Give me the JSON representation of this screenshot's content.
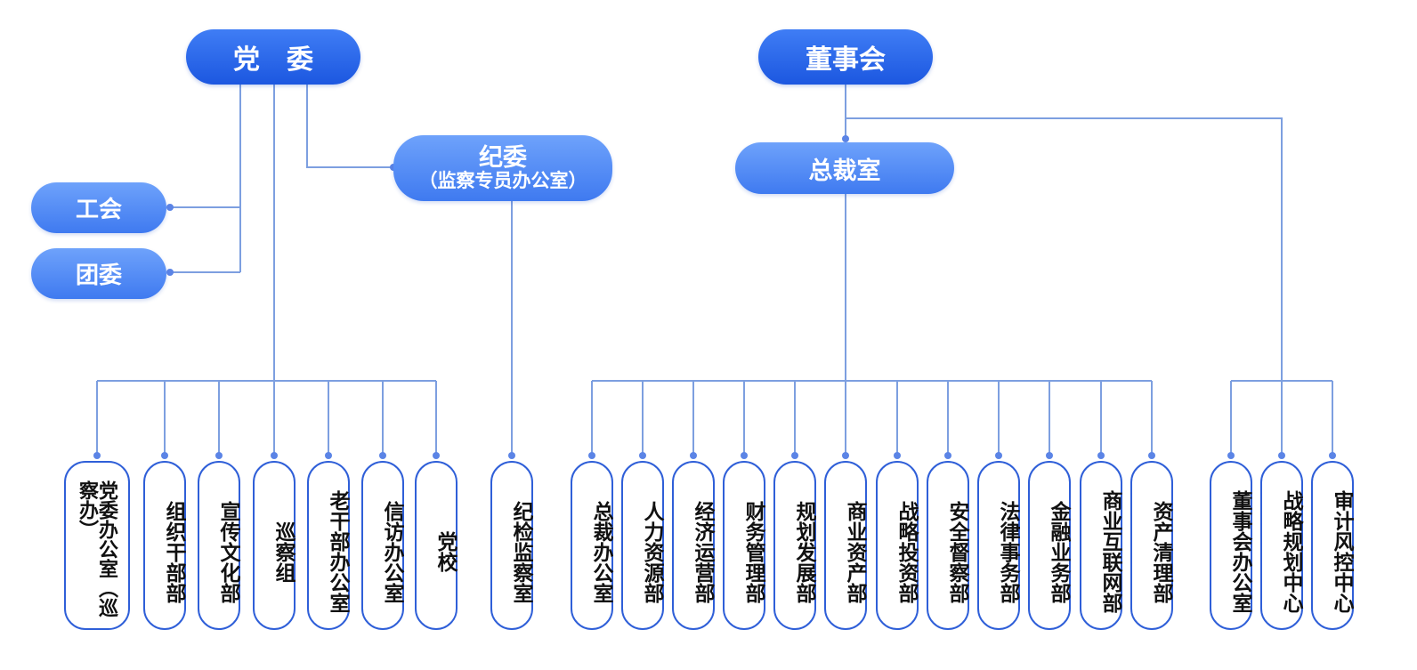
{
  "colors": {
    "accent": "#2f5fd8",
    "line": "#7d9fe0"
  },
  "nodes": {
    "party_committee": "党　委",
    "board": "董事会",
    "discipline_committee": "纪委",
    "discipline_subtitle": "（监察专员办公室）",
    "president_office": "总裁室",
    "union": "工会",
    "youth_league": "团委"
  },
  "party_departments": [
    "党委办公室（巡察办）",
    "组织干部部",
    "宣传文化部",
    "巡察组",
    "老干部办公室",
    "信访办公室",
    "党校"
  ],
  "discipline_departments": [
    "纪检监察室"
  ],
  "president_departments": [
    "总裁办公室",
    "人力资源部",
    "经济运营部",
    "财务管理部",
    "规划发展部",
    "商业资产部",
    "战略投资部",
    "安全督察部",
    "法律事务部",
    "金融业务部",
    "商业互联网部",
    "资产清理部"
  ],
  "board_departments": [
    "董事会办公室",
    "战略规划中心",
    "审计风控中心"
  ]
}
